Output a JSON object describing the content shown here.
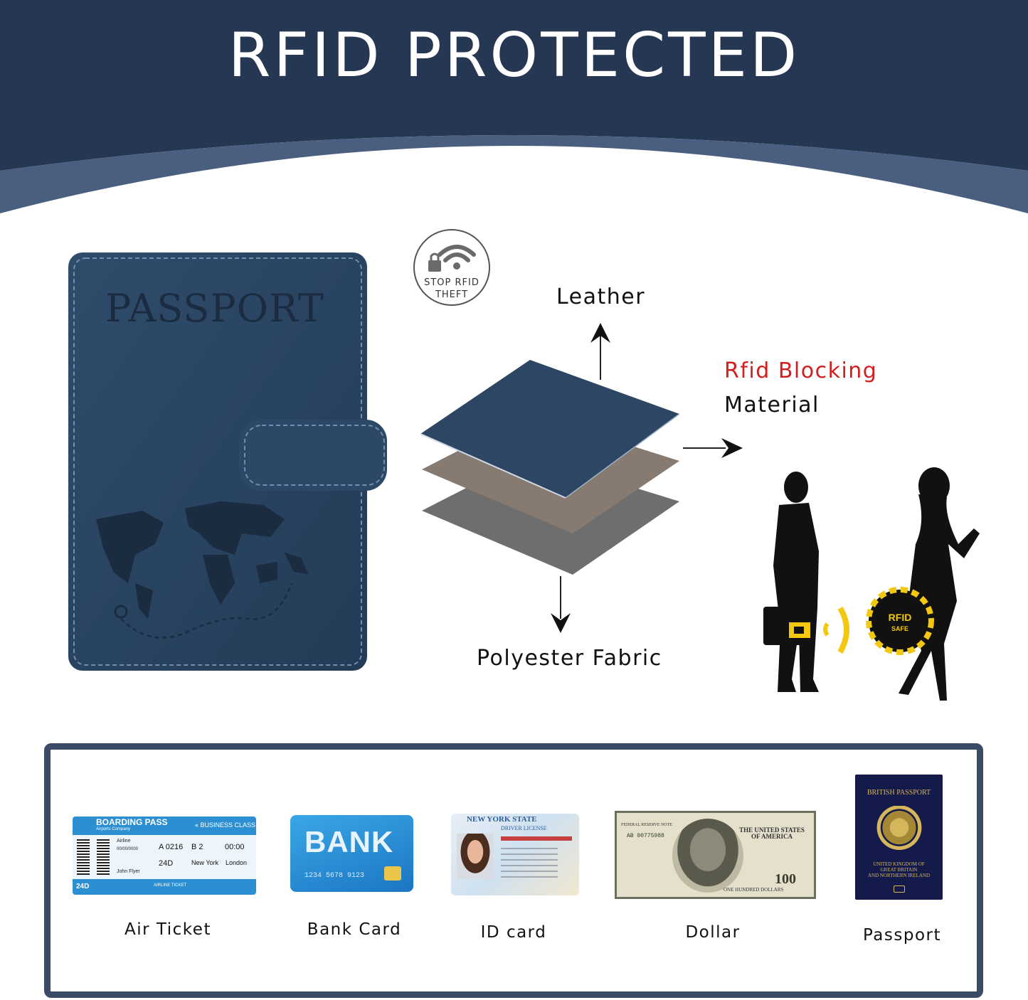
{
  "header": {
    "title": "RFID PROTECTED"
  },
  "colors": {
    "header_navy": "#263753",
    "header_band": "#4a5f80",
    "passport_blue": "#2a4562",
    "highlight_red": "#d41e1e",
    "warning_yellow": "#f2c811"
  },
  "passport_cover": {
    "title": "PASSPORT"
  },
  "badge": {
    "line1": "STOP RFID",
    "line2": "THEFT",
    "icon": "lock-wifi-icon"
  },
  "layers": {
    "top_label": "Leather",
    "bottom_label": "Polyester Fabric"
  },
  "blocking": {
    "highlight": "Rfid Blocking",
    "text": "Material"
  },
  "scene": {
    "bag_label_1": "RFID",
    "bag_label_2": "SAFE"
  },
  "items": [
    {
      "label": "Air Ticket"
    },
    {
      "label": "Bank Card"
    },
    {
      "label": "ID card"
    },
    {
      "label": "Dollar"
    },
    {
      "label": "Passport"
    }
  ],
  "ticket": {
    "title": "BOARDING PASS",
    "company": "Airports Company",
    "class": "« BUSINESS CLASS",
    "airline": "Airline",
    "date": "00/00/0000",
    "flight": "A 0216",
    "gate": "B 2",
    "time": "00:00",
    "seat": "24D",
    "from": "New York",
    "to": "London",
    "passenger": "John Flyer",
    "footer": "AIRLINE TICKET",
    "seat_tab": "24D"
  },
  "bank_card": {
    "brand": "BANK",
    "number": "1234 5678 9123"
  },
  "id_card": {
    "state": "NEW YORK STATE",
    "type": "DRIVER LICENSE"
  },
  "dollar": {
    "serial": "AB 00775988",
    "top": "FEDERAL RESERVE NOTE",
    "nation": "THE UNITED STATES OF AMERICA",
    "bottom": "ONE HUNDRED DOLLARS",
    "value": "100"
  },
  "passport_item": {
    "title": "BRITISH PASSPORT",
    "line1": "UNITED KINGDOM OF",
    "line2": "GREAT BRITAIN",
    "line3": "AND NORTHERN IRELAND"
  }
}
